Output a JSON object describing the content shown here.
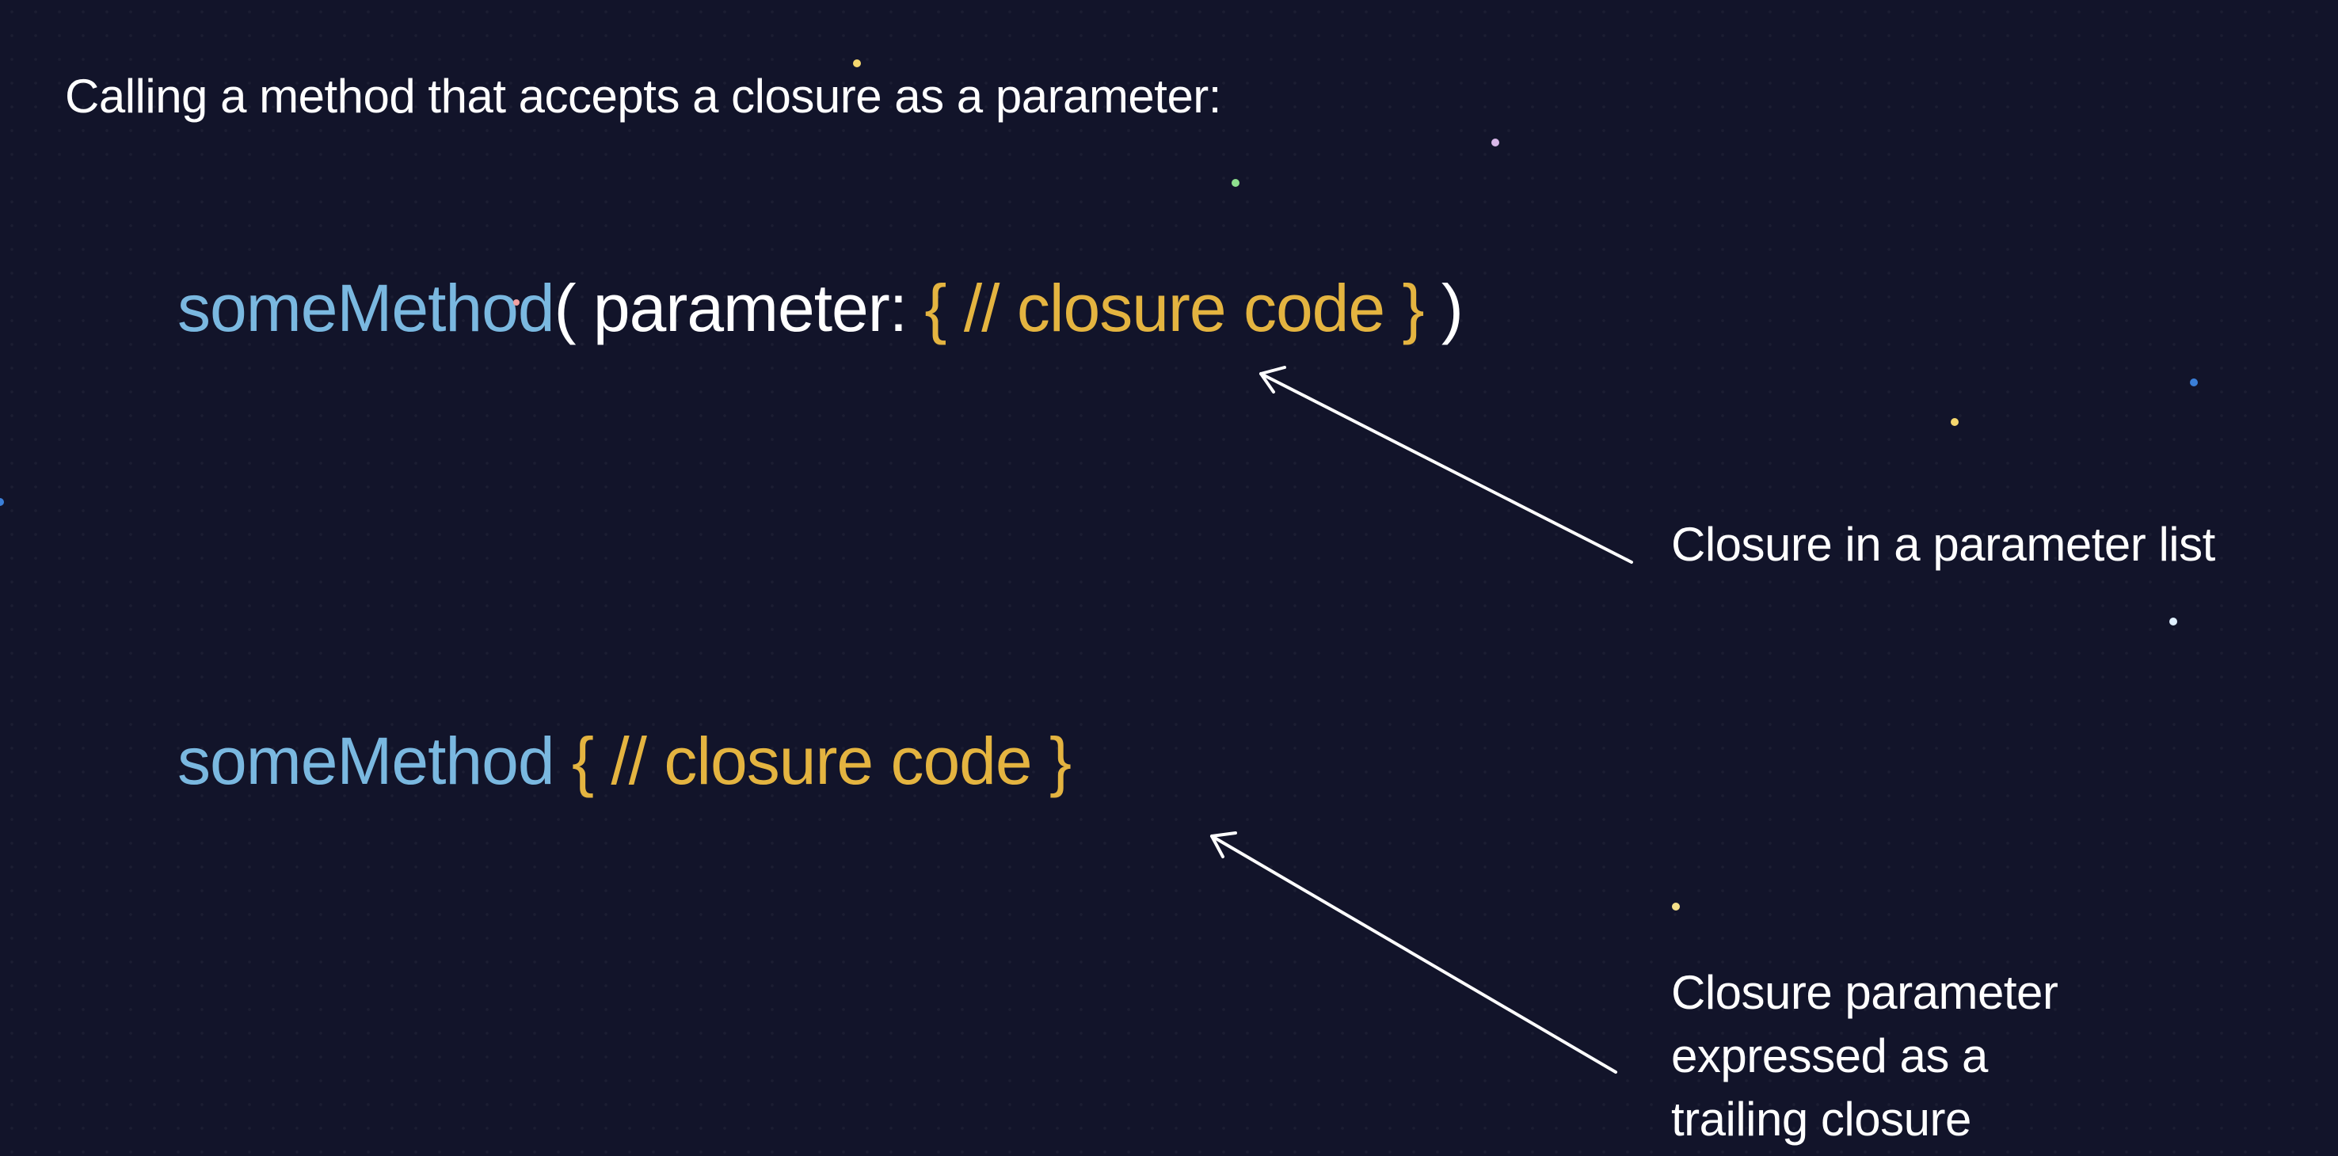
{
  "heading": "Calling a method that accepts a closure as a parameter:",
  "colors": {
    "background": "#12142a",
    "method_name": "#7ab8e0",
    "closure": "#e4b440",
    "text": "#ffffff"
  },
  "code_examples": [
    {
      "method_name": "someMethod",
      "open_paren": "( ",
      "parameter_label": "parameter: ",
      "closure": "{ // closure code }",
      "close_paren": " )"
    },
    {
      "method_name": "someMethod",
      "closure": "{ // closure code }"
    }
  ],
  "annotations": [
    {
      "lines": [
        "Closure in a parameter list"
      ]
    },
    {
      "lines": [
        "Closure parameter",
        "expressed as a",
        "trailing closure"
      ]
    }
  ],
  "decor_dots": [
    {
      "color": "#f5d76e"
    },
    {
      "color": "#d9b8e8"
    },
    {
      "color": "#8ee08e"
    },
    {
      "color": "#3b7fd8"
    },
    {
      "color": "#f5d76e"
    },
    {
      "color": "#e0f0ff"
    },
    {
      "color": "#f5e08a"
    },
    {
      "color": "#3b7fd8"
    },
    {
      "color": "#f0a0a0"
    }
  ]
}
